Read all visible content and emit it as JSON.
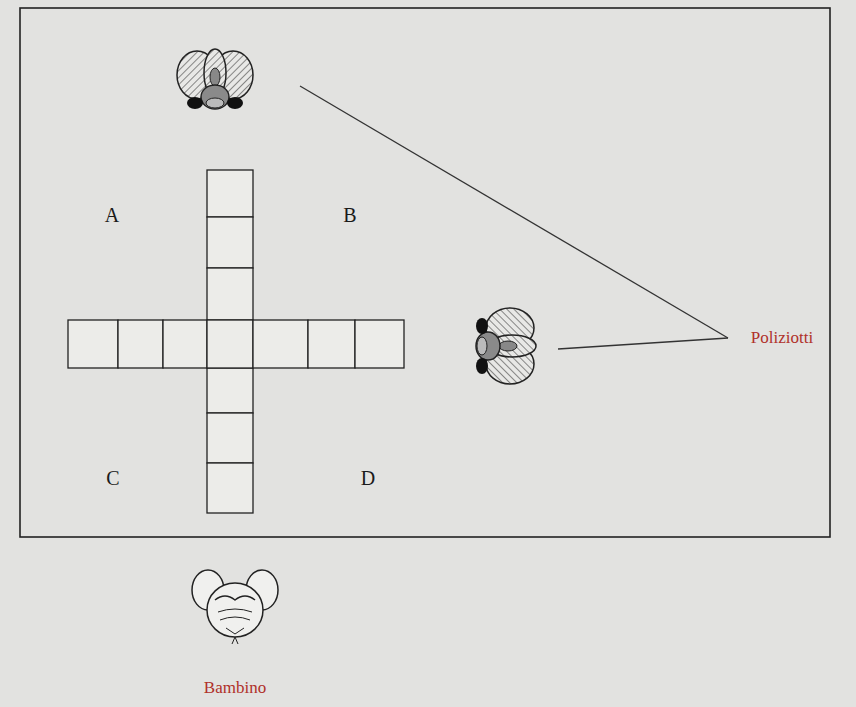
{
  "diagram": {
    "labels": [
      "A",
      "B",
      "C",
      "D",
      "Poliziotti",
      "Bambino"
    ]
  }
}
